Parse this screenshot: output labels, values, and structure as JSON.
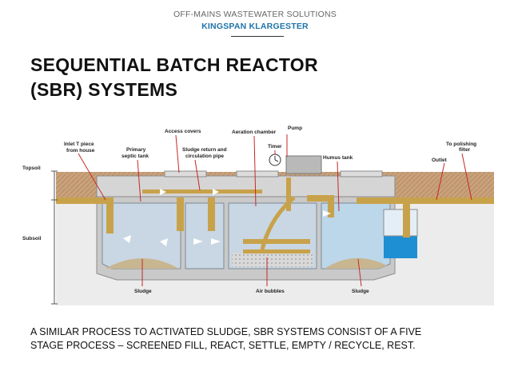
{
  "header": {
    "kicker": "OFF-MAINS WASTEWATER SOLUTIONS",
    "brand": "KINGSPAN KLARGESTER",
    "brand_color": "#1f73a8"
  },
  "title": {
    "line1": "SEQUENTIAL BATCH REACTOR",
    "line2": "(SBR) SYSTEMS"
  },
  "diagram": {
    "labels": {
      "pump": "Pump",
      "access_covers": "Access covers",
      "aeration_chamber": "Aeration chamber",
      "inlet_line1": "Inlet T piece",
      "inlet_line2": "from house",
      "primary_line1": "Primary",
      "primary_line2": "septic tank",
      "sludge_return_line1": "Sludge return and",
      "sludge_return_line2": "circulation pipe",
      "timer": "Timer",
      "humus_tank": "Humus tank",
      "outlet": "Outlet",
      "polishing_line1": "To polishing",
      "polishing_line2": "filter",
      "topsoil": "Topsoil",
      "subsoil": "Subsoil",
      "sludge_left": "Sludge",
      "air_bubbles": "Air bubbles",
      "sludge_right": "Sludge"
    },
    "colors": {
      "concrete": "#c9c9c9",
      "topsoil": "#c9a27c",
      "water": "#c9d6e3",
      "humus_water": "#bcd6ea",
      "filter_water": "#1f8fd3",
      "sludge": "#c8b691",
      "pipe": "#c8a24a",
      "arrow": "#ffffff",
      "leader": "#c62828"
    }
  },
  "description": {
    "line1": "A SIMILAR PROCESS TO ACTIVATED SLUDGE, SBR SYSTEMS CONSIST OF A FIVE",
    "line2": "STAGE PROCESS – SCREENED FILL, REACT, SETTLE, EMPTY / RECYCLE, REST."
  }
}
